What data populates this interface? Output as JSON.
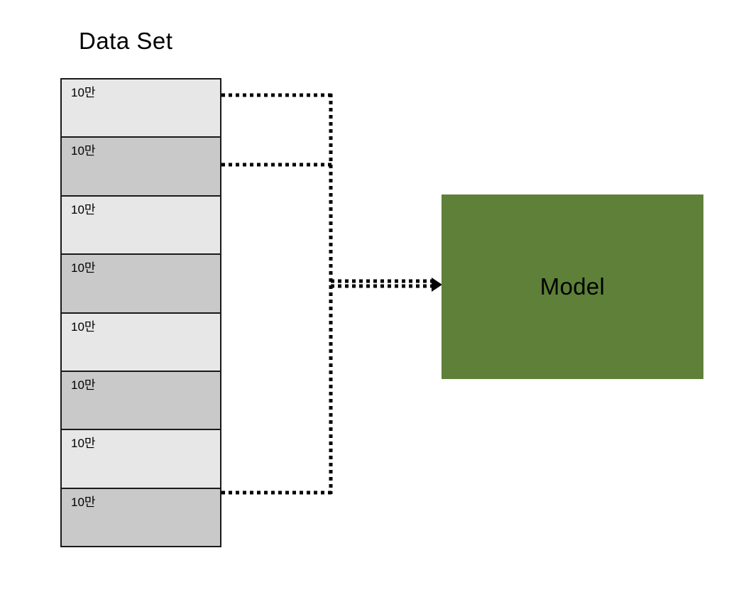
{
  "diagram": {
    "title": "Data Set",
    "background_color": "#ffffff",
    "line_color": "#000000"
  },
  "dataset": {
    "label": "Data Set",
    "row_count": 8,
    "row_light_color": "#e7e7e7",
    "row_dark_color": "#c9c9c9",
    "border_color": "#1a1a1a",
    "rows": [
      {
        "label": "10만",
        "shade": "light"
      },
      {
        "label": "10만",
        "shade": "dark"
      },
      {
        "label": "10만",
        "shade": "light"
      },
      {
        "label": "10만",
        "shade": "dark"
      },
      {
        "label": "10만",
        "shade": "light"
      },
      {
        "label": "10만",
        "shade": "dark"
      },
      {
        "label": "10만",
        "shade": "light"
      },
      {
        "label": "10만",
        "shade": "dark"
      }
    ]
  },
  "model": {
    "label": "Model",
    "fill_color": "#5e8039",
    "text_color": "#000000"
  },
  "connectors": {
    "style": "dotted",
    "dot_color": "#000000",
    "arrow_label": "dataset-to-model",
    "branches": [
      {
        "name": "row-1-branch",
        "from_row": 1
      },
      {
        "name": "row-2-branch",
        "from_row": 2
      },
      {
        "name": "row-8-branch",
        "from_row": 8
      }
    ]
  }
}
